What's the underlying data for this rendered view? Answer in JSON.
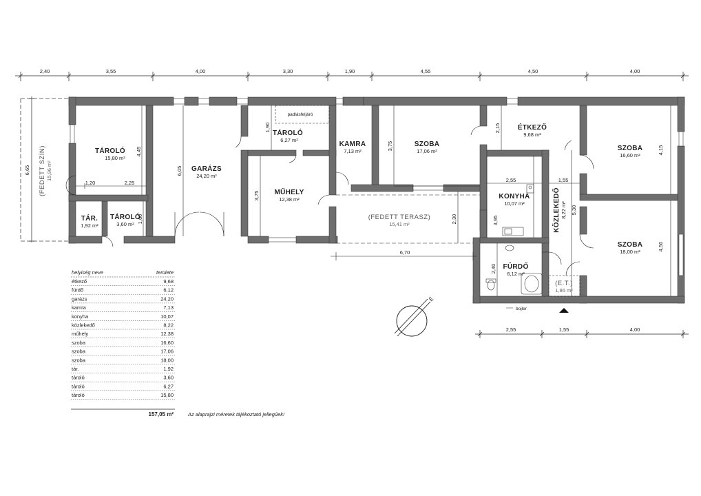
{
  "top_dimensions": [
    "2,40",
    "3,55",
    "4,00",
    "3,30",
    "1,90",
    "4,55",
    "4,50",
    "4,00"
  ],
  "bottom_dimensions": [
    "2,55",
    "1,55",
    "4,00"
  ],
  "rooms": {
    "taroló_big": {
      "name": "TÁROLÓ",
      "area": "15,80 m²"
    },
    "garazs": {
      "name": "GARÁZS",
      "area": "24,20 m²"
    },
    "taroló_mid": {
      "name": "TÁROLÓ",
      "area": "6,27 m²"
    },
    "muhely": {
      "name": "MŰHELY",
      "area": "12,38 m²"
    },
    "kamra": {
      "name": "KAMRA",
      "area": "7,13 m²"
    },
    "szoba1": {
      "name": "SZOBA",
      "area": "17,06 m²"
    },
    "etkezo": {
      "name": "ÉTKEZŐ",
      "area": "9,68 m²"
    },
    "szoba2": {
      "name": "SZOBA",
      "area": "16,60 m²"
    },
    "konyha": {
      "name": "KONYHA",
      "area": "10,07 m²"
    },
    "kozlekedo": {
      "name": "KÖZLEKEDŐ",
      "area": "8,22 m²"
    },
    "szoba3": {
      "name": "SZOBA",
      "area": "18,00 m²"
    },
    "furdo": {
      "name": "FÜRDŐ",
      "area": "6,12 m²"
    },
    "et": {
      "name": "(E.T.)",
      "area": "1,86 m²"
    },
    "tar": {
      "name": "TÁR.",
      "area": "1,92 m²"
    },
    "taroló_small": {
      "name": "TÁROLÓ",
      "area": "3,60 m²"
    },
    "fedett_terasz": {
      "name": "(FEDETT TERASZ)",
      "area": "15,41 m²"
    },
    "fedett_szin": {
      "name": "(FEDETT SZÍN)",
      "area": "15,96 m²"
    }
  },
  "inner_dimensions": {
    "d445": "4,45",
    "d120": "1,20",
    "d225": "2,25",
    "d160": "1,60",
    "d605": "6,05",
    "d190": "1,90",
    "d375a": "3,75",
    "d375b": "3,75",
    "d215": "2,15",
    "d255": "2,55",
    "d155": "1,55",
    "d530": "5,30",
    "d395": "3,95",
    "d415": "4,15",
    "d450": "4,50",
    "d230": "2,30",
    "d240": "2,40",
    "d670": "6,70",
    "d665": "6,65"
  },
  "labels": {
    "padlasfeljaro": "padlásfeljáró",
    "bojler": "bojler",
    "north": "É"
  },
  "area_table": {
    "header_name": "helyiség neve",
    "header_area": "területe",
    "rows": [
      {
        "name": "étkező",
        "area": "9,68"
      },
      {
        "name": "fürdő",
        "area": "6,12"
      },
      {
        "name": "garázs",
        "area": "24,20"
      },
      {
        "name": "kamra",
        "area": "7,13"
      },
      {
        "name": "konyha",
        "area": "10,07"
      },
      {
        "name": "közlekedő",
        "area": "8,22"
      },
      {
        "name": "műhely",
        "area": "12,38"
      },
      {
        "name": "szoba",
        "area": "16,60"
      },
      {
        "name": "szoba",
        "area": "17,06"
      },
      {
        "name": "szoba",
        "area": "18,00"
      },
      {
        "name": "tár.",
        "area": "1,92"
      },
      {
        "name": "tároló",
        "area": "3,60"
      },
      {
        "name": "tároló",
        "area": "6,27"
      },
      {
        "name": "tároló",
        "area": "15,80"
      }
    ],
    "total": "157,05 m²"
  },
  "note": "Az alaprajzi méretek tájékoztató jellegűek!",
  "colors": {
    "wall": "#6e6e6e",
    "wall_stroke": "#3a3a3a",
    "line": "#222222"
  }
}
